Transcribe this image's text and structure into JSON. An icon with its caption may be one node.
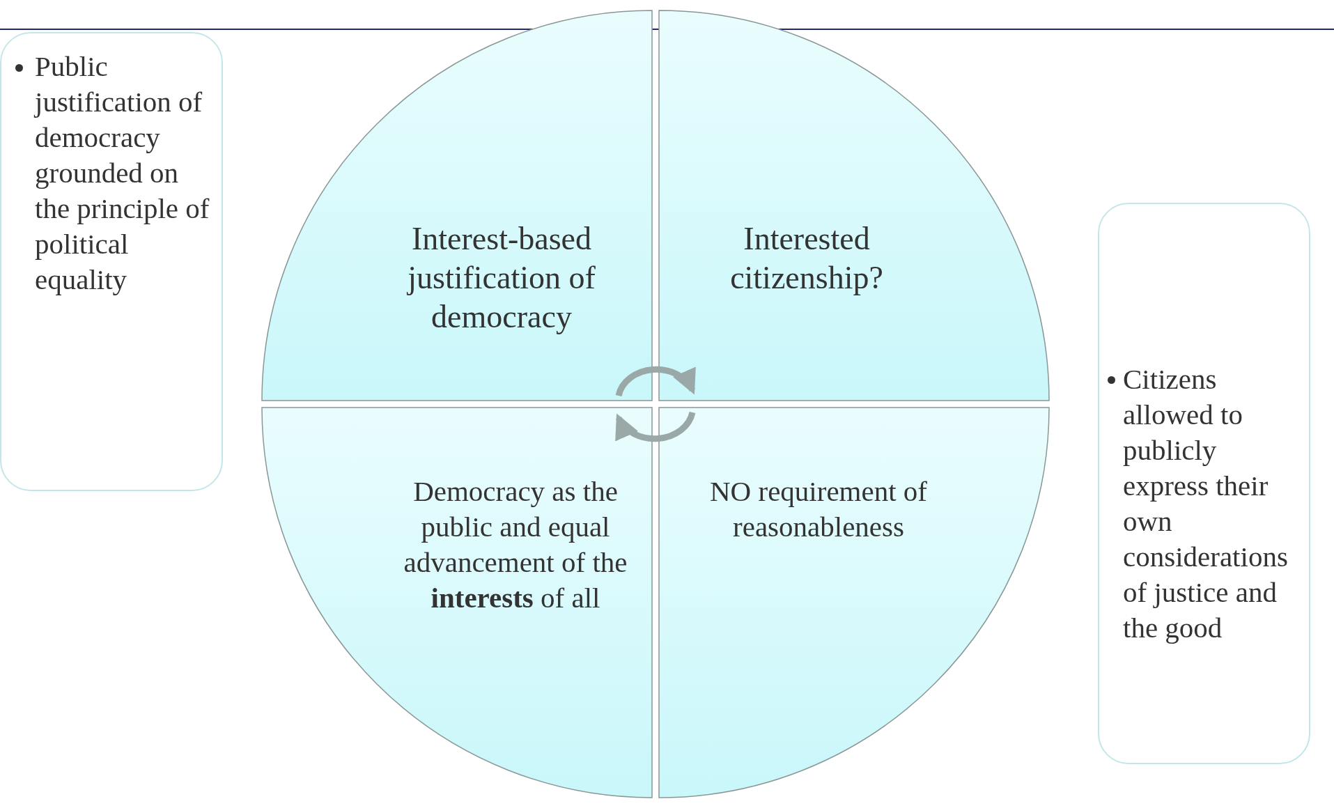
{
  "diagram": {
    "nodes": [
      {
        "text": [
          "Public justification of democracy grounded on the principle of political equality"
        ]
      },
      {
        "text": [
          "Interest-based justification of democracy"
        ]
      },
      {
        "text": [
          "Interested citizenship?"
        ]
      },
      {
        "text": [
          "Democracy as the public and equal advancement of the **interests** of all"
        ]
      },
      {
        "text": [
          "NO requirement of reasonableness"
        ]
      },
      {
        "text": [
          "Citizens allowed to publicly express their own considerations of justice and the good"
        ]
      }
    ],
    "edges": [
      {
        "from": 1,
        "to": 2,
        "arrow": "to"
      },
      {
        "from": 4,
        "to": 3,
        "arrow": "to"
      }
    ]
  }
}
